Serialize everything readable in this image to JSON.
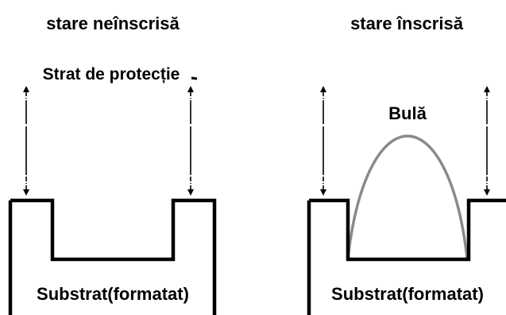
{
  "colors": {
    "ink": "#000000",
    "bubble": "#8a8a8a",
    "background": "#ffffff"
  },
  "left_panel": {
    "title": "stare neînscrisă",
    "layer_label": "Strat de protecție",
    "substrate_label": "Substrat(formatat)"
  },
  "right_panel": {
    "title": "stare înscrisă",
    "bubble_label": "Bulă",
    "substrate_label": "Substrat(formatat)"
  }
}
